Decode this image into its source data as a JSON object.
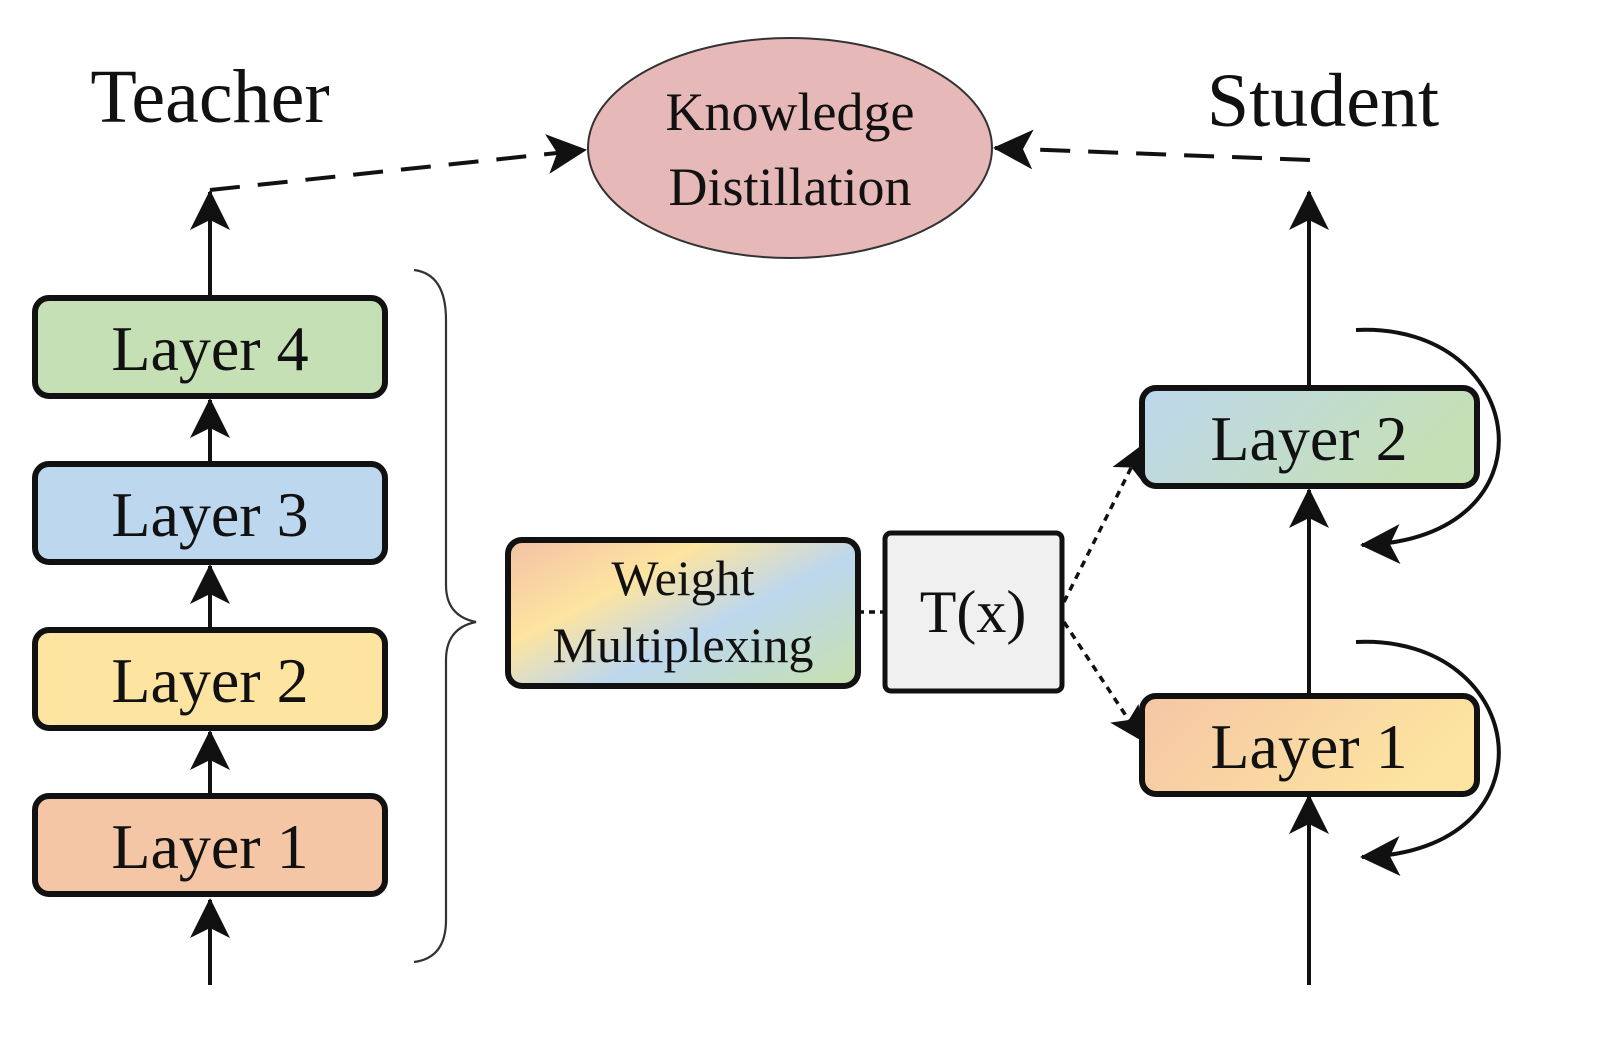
{
  "teacher": {
    "heading": "Teacher",
    "layers": [
      "Layer 4",
      "Layer 3",
      "Layer 2",
      "Layer 1"
    ]
  },
  "student": {
    "heading": "Student",
    "layers": [
      "Layer 2",
      "Layer 1"
    ]
  },
  "distillation": {
    "line1": "Knowledge",
    "line2": "Distillation"
  },
  "multiplexing": {
    "line1": "Weight",
    "line2": "Multiplexing"
  },
  "transform": {
    "label": "T(x)"
  },
  "colors": {
    "layer1": "#f5c6a5",
    "layer2": "#fde4a0",
    "layer3": "#bdd7ee",
    "layer4": "#c5e0b4",
    "distillation": "#e6b8b7",
    "transform": "#f0f0f0",
    "stroke": "#111111"
  }
}
